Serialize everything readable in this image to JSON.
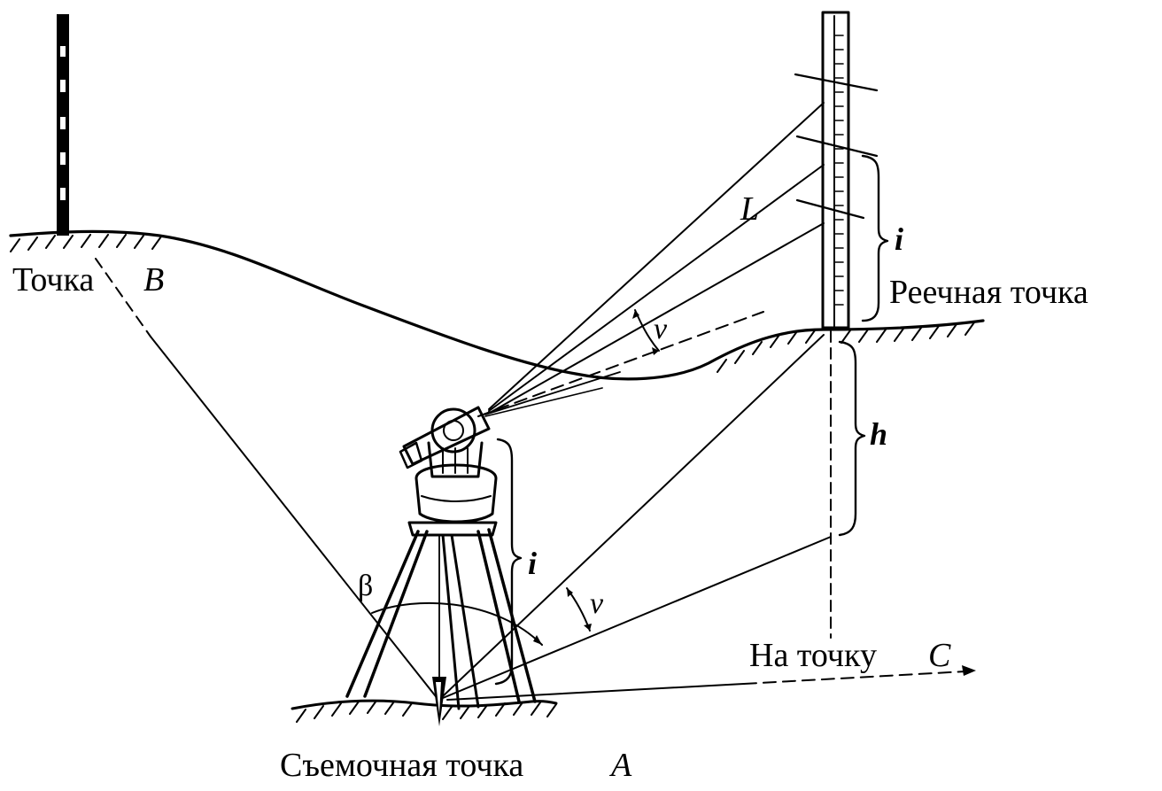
{
  "labels": {
    "point_b": "Точка",
    "point_b_letter": "B",
    "staff_point": "Реечная точка",
    "to_point_c": "На точку",
    "to_point_c_letter": "C",
    "station_a": "Съемочная точка",
    "station_a_letter": "A",
    "distance": "L",
    "instrument_height_top": "i",
    "instrument_height_bottom": "i",
    "elevation_diff": "h",
    "vertical_angle_top": "ν",
    "vertical_angle_bottom": "ν",
    "horizontal_angle": "β"
  },
  "colors": {
    "ink": "#000000",
    "paper": "#ffffff"
  }
}
